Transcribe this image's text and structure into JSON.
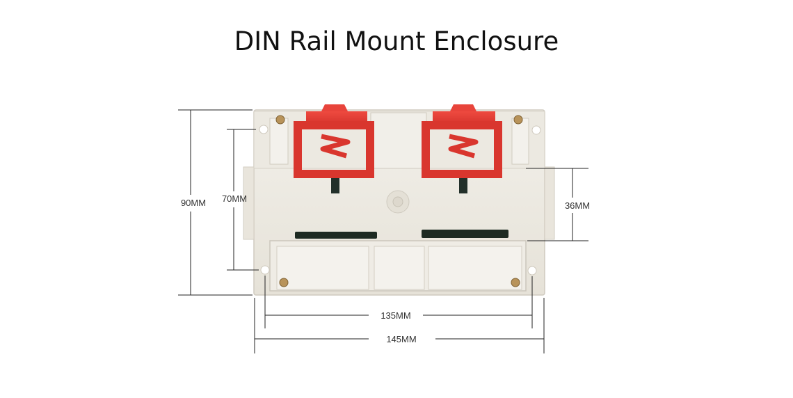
{
  "title": "DIN Rail Mount Enclosure",
  "dimensions": {
    "height_total": "90MM",
    "height_holes": "70MM",
    "rail_width": "36MM",
    "width_holes": "135MM",
    "width_total": "145MM"
  },
  "colors": {
    "enclosure": "#eeebe3",
    "clip": "#e23b33",
    "line": "#222222"
  }
}
